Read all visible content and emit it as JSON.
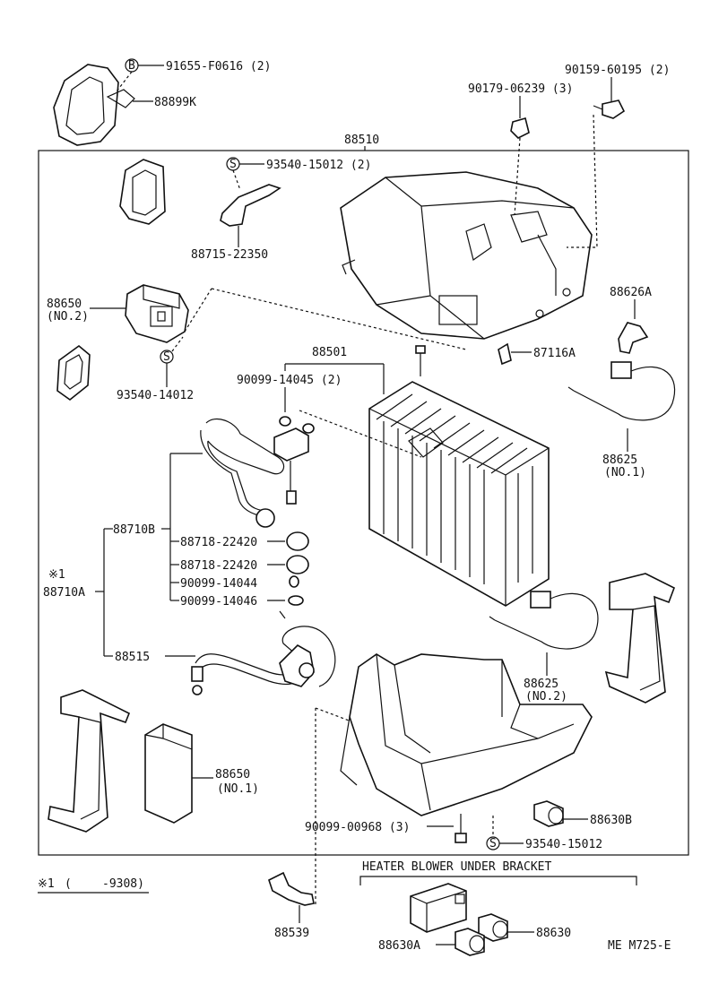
{
  "labels": {
    "p91655": "91655-F0616 (2)",
    "p88899k": "88899K",
    "p90159": "90159-60195 (2)",
    "p90179": "90179-06239 (3)",
    "p88510": "88510",
    "p93540a": "93540-15012 (2)",
    "p88715": "88715-22350",
    "p88650n2a": "88650",
    "p88650n2b": "(NO.2)",
    "p93540b": "93540-14012",
    "p88626a": "88626A",
    "p87116a": "87116A",
    "p88501": "88501",
    "p90099a": "90099-14045 (2)",
    "p88625n1a": "88625",
    "p88625n1b": "(NO.1)",
    "p88710b": "88710B",
    "p88718a": "88718-22420",
    "p88718b": "88718-22420",
    "p90099b": "90099-14044",
    "p90099c": "90099-14046",
    "p88710a_note": "※1",
    "p88710a": "88710A",
    "p88515": "88515",
    "p88625n2a": "88625",
    "p88625n2b": "(NO.2)",
    "p88650n1a": "88650",
    "p88650n1b": "(NO.1)",
    "p90099d": "90099-00968 (3)",
    "p88630b": "88630B",
    "p93540c": "93540-15012",
    "note_mark": "※1",
    "note_open": "(",
    "note_range": "-9308)",
    "bracket_title": "HEATER BLOWER UNDER BRACKET",
    "p88539": "88539",
    "p88630a": "88630A",
    "p88630": "88630",
    "drawing_code": "ME M725-E"
  },
  "symbols": {
    "b_mark": "B",
    "s_mark": "S"
  }
}
